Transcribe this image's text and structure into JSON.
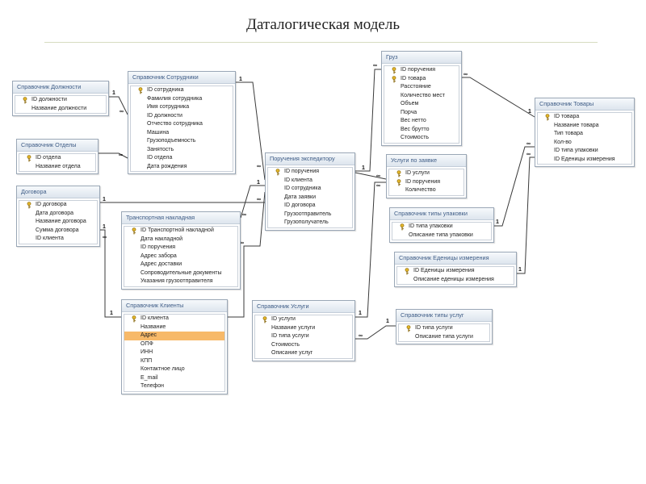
{
  "title": "Даталогическая модель",
  "one_symbol": "1",
  "many_symbol": "∞",
  "tables": [
    {
      "id": "dolzhnosti",
      "title": "Справочник Должности",
      "fields": [
        {
          "name": "ID должности",
          "key": true
        },
        {
          "name": "Название должности"
        }
      ]
    },
    {
      "id": "otdely",
      "title": "Справочник Отделы",
      "fields": [
        {
          "name": "ID отдела",
          "key": true
        },
        {
          "name": "Название отдела"
        }
      ]
    },
    {
      "id": "dogovora",
      "title": "Договора",
      "fields": [
        {
          "name": "ID договора",
          "key": true
        },
        {
          "name": "Дата договора"
        },
        {
          "name": "Название договора"
        },
        {
          "name": "Сумма договора"
        },
        {
          "name": "ID клиента"
        }
      ]
    },
    {
      "id": "sotrudniki",
      "title": "Справочник Сотрудники",
      "fields": [
        {
          "name": "ID сотрудника",
          "key": true
        },
        {
          "name": "Фамилия сотрудника"
        },
        {
          "name": "Имя сотрудника"
        },
        {
          "name": "ID должности"
        },
        {
          "name": "Отчество сотрудника"
        },
        {
          "name": "Машина"
        },
        {
          "name": "Грузоподъемность"
        },
        {
          "name": "Занятость"
        },
        {
          "name": "ID отдела"
        },
        {
          "name": "Дата рождения"
        }
      ]
    },
    {
      "id": "nakladnaya",
      "title": "Транспортная накладная",
      "fields": [
        {
          "name": "ID Транспортной накладной",
          "key": true
        },
        {
          "name": "Дата накладной"
        },
        {
          "name": "ID поручения"
        },
        {
          "name": "Адрес забора"
        },
        {
          "name": "Адрес доставки"
        },
        {
          "name": "Сопроводительные документы"
        },
        {
          "name": "Указания грузоотправителя"
        }
      ]
    },
    {
      "id": "klienty",
      "title": "Справочник Клиенты",
      "fields": [
        {
          "name": "ID клиента",
          "key": true
        },
        {
          "name": "Название"
        },
        {
          "name": "Адрес",
          "highlight": true
        },
        {
          "name": "ОПФ"
        },
        {
          "name": "ИНН"
        },
        {
          "name": "КПП"
        },
        {
          "name": "Контактное лицо"
        },
        {
          "name": "E_mail"
        },
        {
          "name": "Телефон"
        }
      ]
    },
    {
      "id": "porucheniya",
      "title": "Поручения экспедитору",
      "fields": [
        {
          "name": "ID поручения",
          "key": true
        },
        {
          "name": "ID клиента"
        },
        {
          "name": "ID сотрудника"
        },
        {
          "name": "Дата заявки"
        },
        {
          "name": "ID договора"
        },
        {
          "name": "Грузоотправитель"
        },
        {
          "name": "Грузополучатель"
        }
      ]
    },
    {
      "id": "uslugi",
      "title": "Справочник Услуги",
      "fields": [
        {
          "name": "ID услуги",
          "key": true
        },
        {
          "name": "Название услуги"
        },
        {
          "name": "ID типа услуги"
        },
        {
          "name": "Стоимость"
        },
        {
          "name": "Описание услуг"
        }
      ]
    },
    {
      "id": "gruz",
      "title": "Груз",
      "fields": [
        {
          "name": "ID поручения",
          "key": true
        },
        {
          "name": "ID товара",
          "key": true
        },
        {
          "name": "Расстояние"
        },
        {
          "name": "Количество мест"
        },
        {
          "name": "Объем"
        },
        {
          "name": "Порча"
        },
        {
          "name": "Вес нетто"
        },
        {
          "name": "Вес брутто"
        },
        {
          "name": "Стоимость"
        }
      ]
    },
    {
      "id": "uslugi_zayavka",
      "title": "Услуги по заявке",
      "fields": [
        {
          "name": "ID услуги",
          "key": true
        },
        {
          "name": "ID поручения",
          "key": true
        },
        {
          "name": "Количество"
        }
      ]
    },
    {
      "id": "tipy_upakovki",
      "title": "Справочник типы упаковки",
      "fields": [
        {
          "name": "ID типа упаковки",
          "key": true
        },
        {
          "name": "Описание типа упаковки"
        }
      ]
    },
    {
      "id": "edinicy",
      "title": "Справочник Еденицы измерения",
      "fields": [
        {
          "name": "ID Еденицы измерения",
          "key": true
        },
        {
          "name": "Описание еденицы измерения"
        }
      ]
    },
    {
      "id": "tipy_uslug",
      "title": "Справочник типы услуг",
      "fields": [
        {
          "name": "ID типа услуги",
          "key": true
        },
        {
          "name": "Описание типа услуги"
        }
      ]
    },
    {
      "id": "tovary",
      "title": "Справочник Товары",
      "fields": [
        {
          "name": "ID товара",
          "key": true
        },
        {
          "name": "Название товара"
        },
        {
          "name": "Тип товара"
        },
        {
          "name": "Кол-во"
        },
        {
          "name": "ID типа упаковки"
        },
        {
          "name": "ID Еденицы измерения"
        }
      ]
    }
  ]
}
